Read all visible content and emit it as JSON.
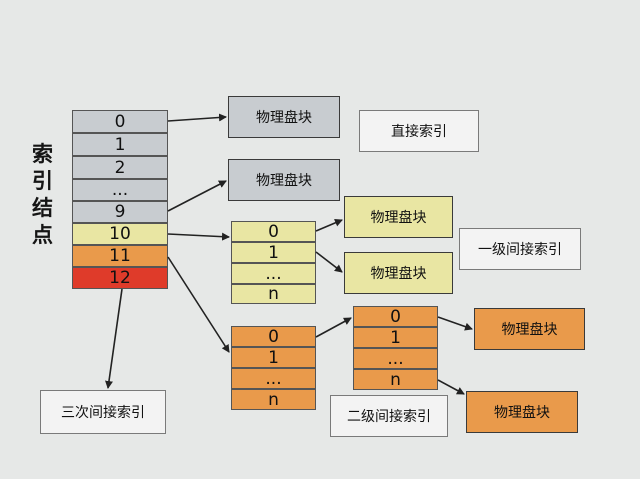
{
  "inode": {
    "title_chars": [
      "索",
      "引",
      "结",
      "点"
    ],
    "cells": [
      "0",
      "1",
      "2",
      "...",
      "9",
      "10",
      "11",
      "12"
    ]
  },
  "direct_index": {
    "label": "直接索引",
    "blocks": [
      "物理盘块",
      "物理盘块"
    ]
  },
  "single_indirect": {
    "label": "一级间接索引",
    "table": [
      "0",
      "1",
      "...",
      "n"
    ],
    "blocks": [
      "物理盘块",
      "物理盘块"
    ]
  },
  "double_indirect": {
    "label": "二级间接索引",
    "table1": [
      "0",
      "1",
      "...",
      "n"
    ],
    "table2": [
      "0",
      "1",
      "...",
      "n"
    ],
    "blocks": [
      "物理盘块",
      "物理盘块"
    ]
  },
  "triple_indirect": {
    "label": "三次间接索引"
  },
  "colors": {
    "gray": "#c8ccd0",
    "yellow": "#e9e6a3",
    "orange": "#e99a4b",
    "red": "#df3b2a"
  }
}
